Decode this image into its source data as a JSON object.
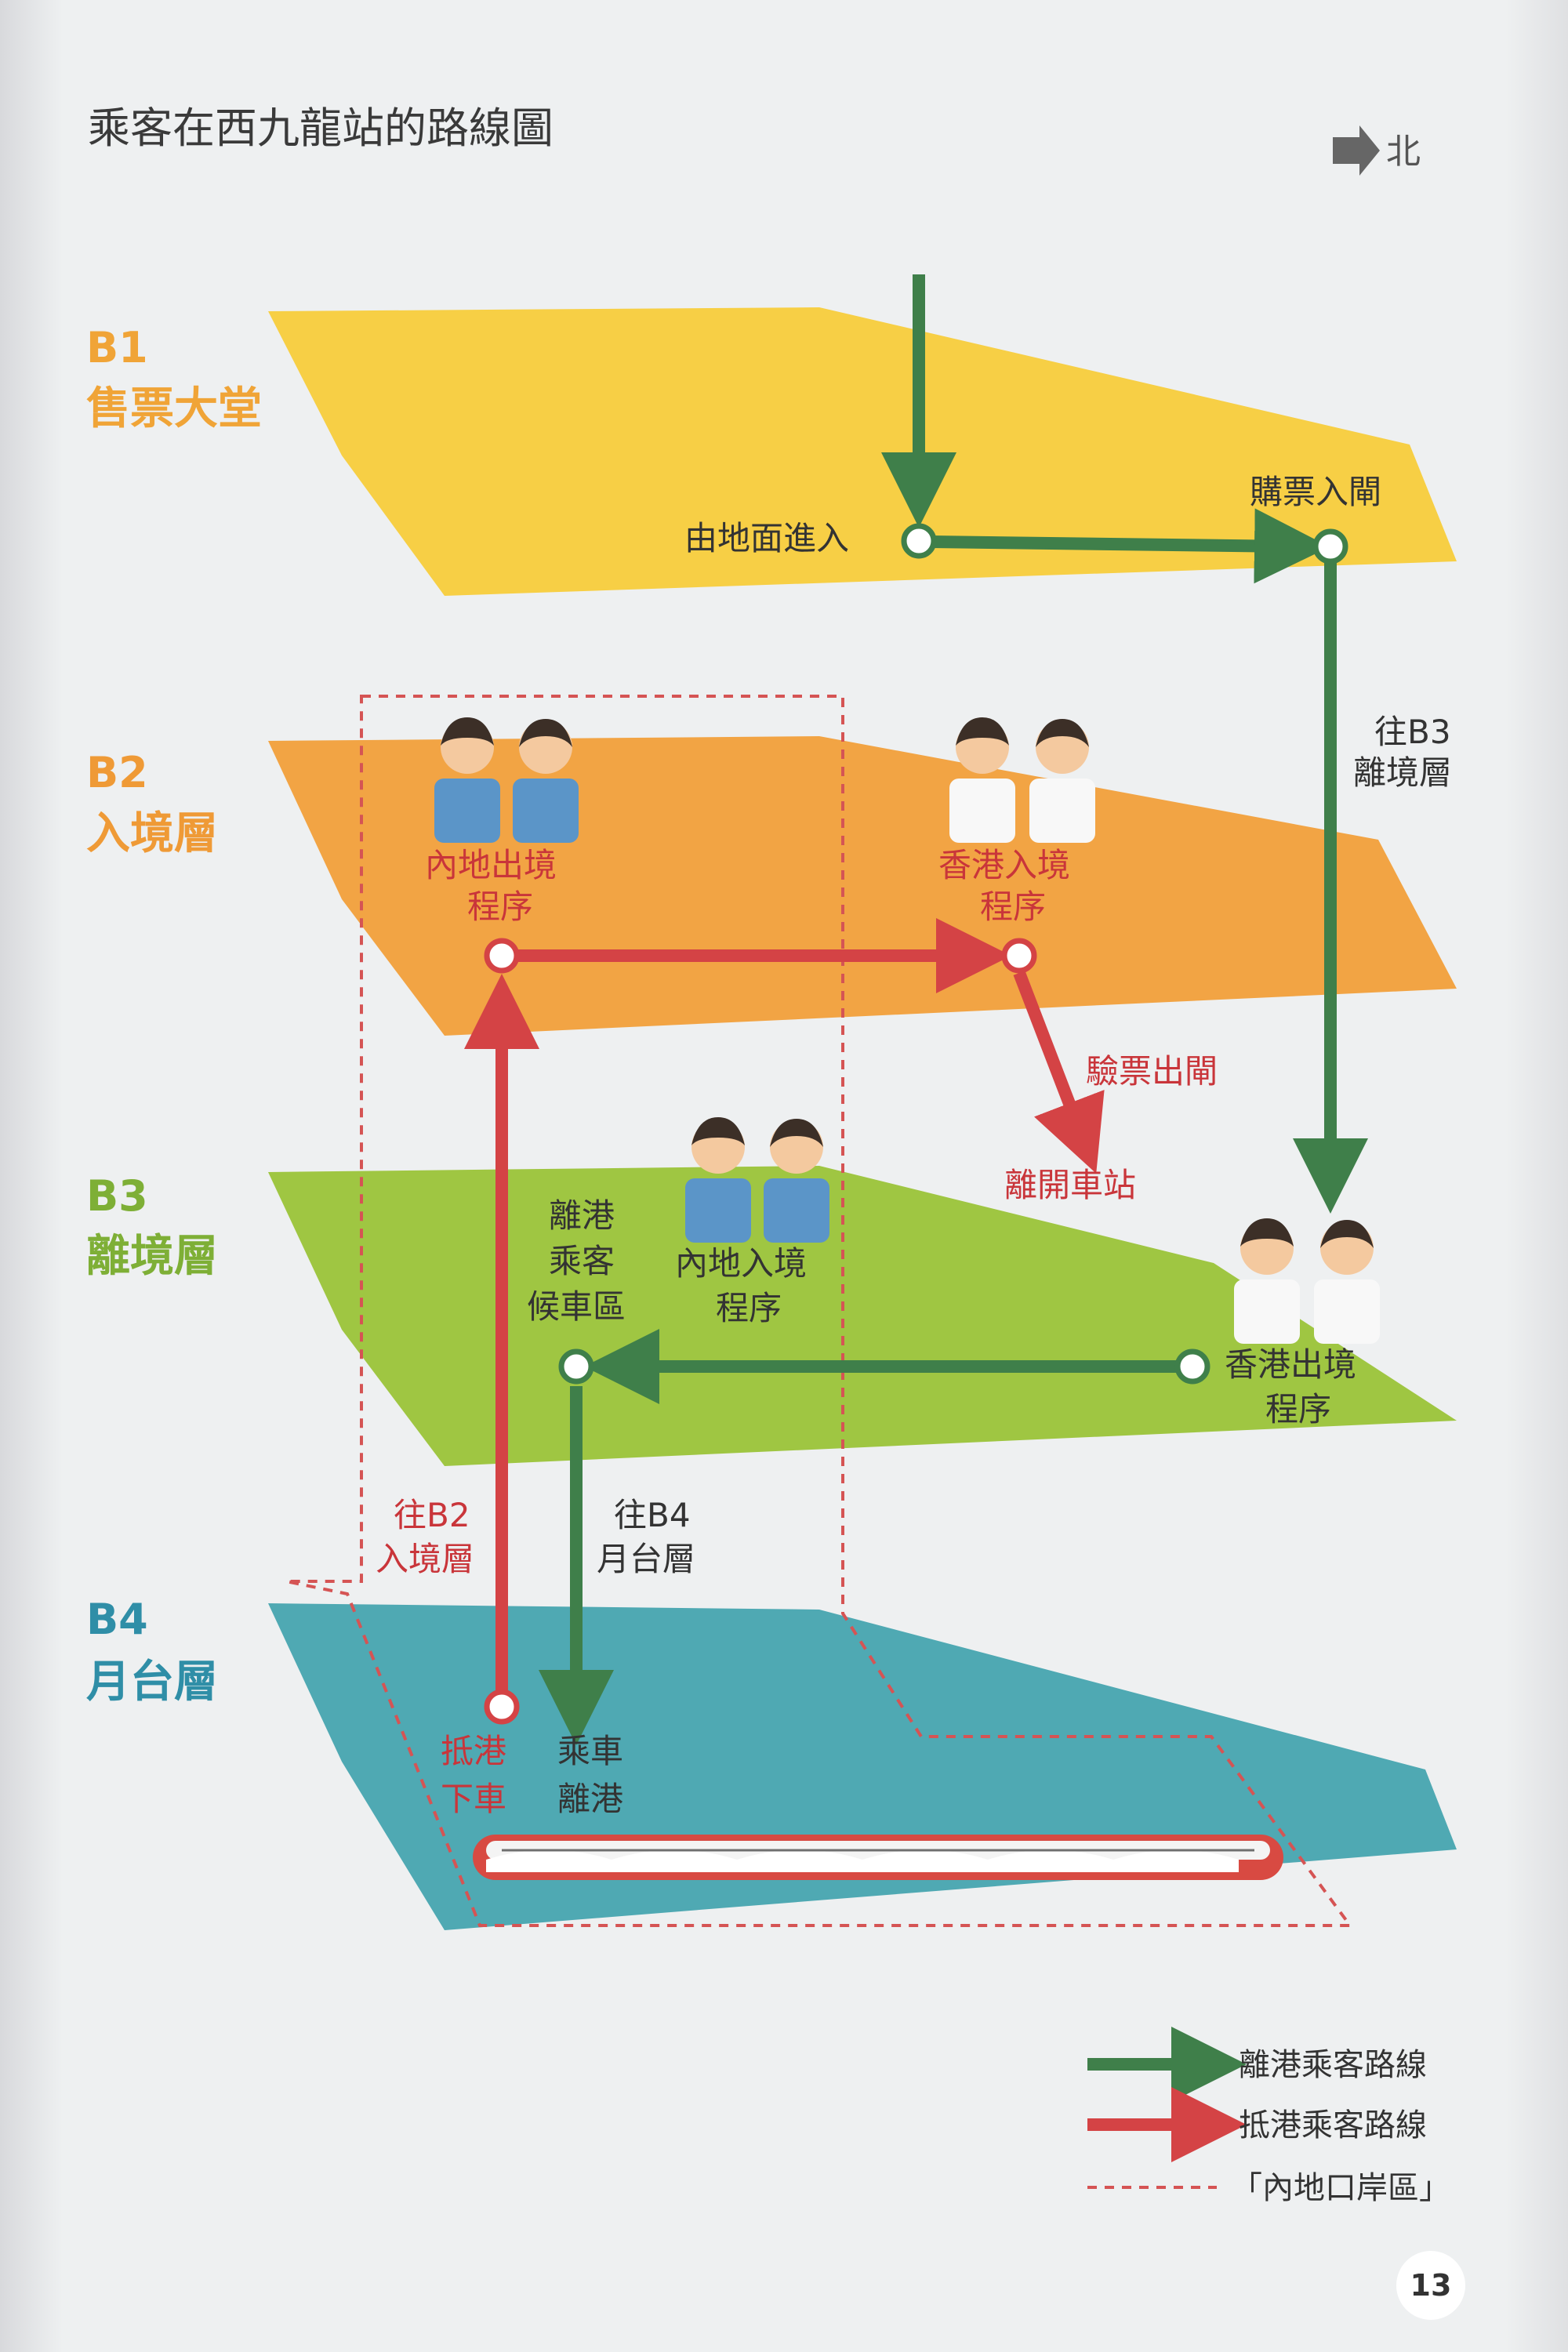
{
  "title": "乘客在西九龍站的路線圖",
  "north": "北",
  "levels": {
    "b1": {
      "code": "B1",
      "name": "售票大堂"
    },
    "b2": {
      "code": "B2",
      "name": "入境層"
    },
    "b3": {
      "code": "B3",
      "name": "離境層"
    },
    "b4": {
      "code": "B4",
      "name": "月台層"
    }
  },
  "nodes": {
    "enter": "由地面進入",
    "gate": "購票入閘",
    "to_b3": [
      "往B3",
      "離境層"
    ],
    "mainland_exit": [
      "內地出境",
      "程序"
    ],
    "hk_entry": [
      "香港入境",
      "程序"
    ],
    "ticket_exit": "驗票出閘",
    "leave": "離開車站",
    "waiting": [
      "離港",
      "乘客",
      "候車區"
    ],
    "mainland_entry": [
      "內地入境",
      "程序"
    ],
    "hk_exit": [
      "香港出境",
      "程序"
    ],
    "to_b2": [
      "往B2",
      "入境層"
    ],
    "to_b4": [
      "往B4",
      "月台層"
    ],
    "arrive": [
      "抵港",
      "下車"
    ],
    "board": [
      "乘車",
      "離港"
    ]
  },
  "legend": {
    "departure": "離港乘客路線",
    "arrival": "抵港乘客路線",
    "zone": "「內地口岸區」"
  },
  "page_number": "13",
  "colors": {
    "b1": "#f7cf45",
    "b2": "#f2a444",
    "b3": "#9fc642",
    "b4": "#4fa9b3",
    "b1_text": "#f0a437",
    "b2_text": "#ef9a36",
    "b3_text": "#7eaf36",
    "b4_text": "#2f8ea7",
    "departure_route": "#3f7f4a",
    "arrival_route": "#d44345",
    "zone_border": "#d55454"
  }
}
